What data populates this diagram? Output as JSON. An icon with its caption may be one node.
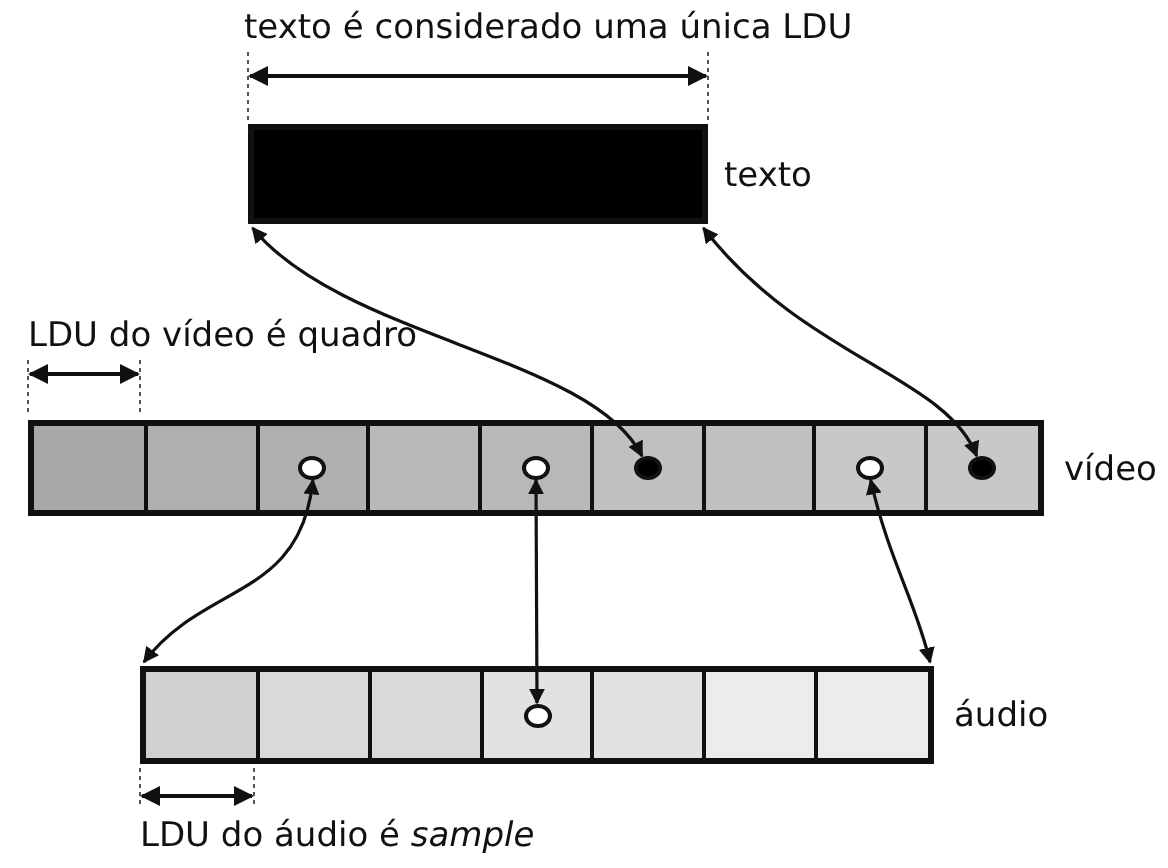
{
  "diagram": {
    "nodes": [
      {
        "text": [],
        "shape": "bar",
        "beside": [
          "texto"
        ]
      },
      {
        "text": [],
        "shape": "bar",
        "beside": [
          "vídeo"
        ]
      },
      {
        "text": [],
        "shape": "bar",
        "beside": [
          "áudio"
        ]
      },
      {
        "text": [],
        "shape": "circle",
        "in": 1
      },
      {
        "text": [],
        "shape": "circle",
        "in": 1
      },
      {
        "text": [],
        "shape": "circle",
        "in": 1
      },
      {
        "text": [],
        "shape": "circle",
        "in": 1
      },
      {
        "text": [],
        "shape": "circle",
        "in": 1
      },
      {
        "text": [],
        "shape": "circle",
        "in": 2
      }
    ],
    "edges": [
      {
        "from": 5,
        "to": 0,
        "arrow": "both"
      },
      {
        "from": 7,
        "to": 0,
        "arrow": "both"
      },
      {
        "from": 3,
        "to": 2,
        "arrow": "both"
      },
      {
        "from": 4,
        "to": 8,
        "arrow": "both"
      },
      {
        "from": 6,
        "to": 2,
        "arrow": "both"
      }
    ],
    "labels": [
      "texto é considerado uma única LDU",
      "LDU do vídeo é quadro",
      "LDU do áudio é *sample*"
    ]
  }
}
